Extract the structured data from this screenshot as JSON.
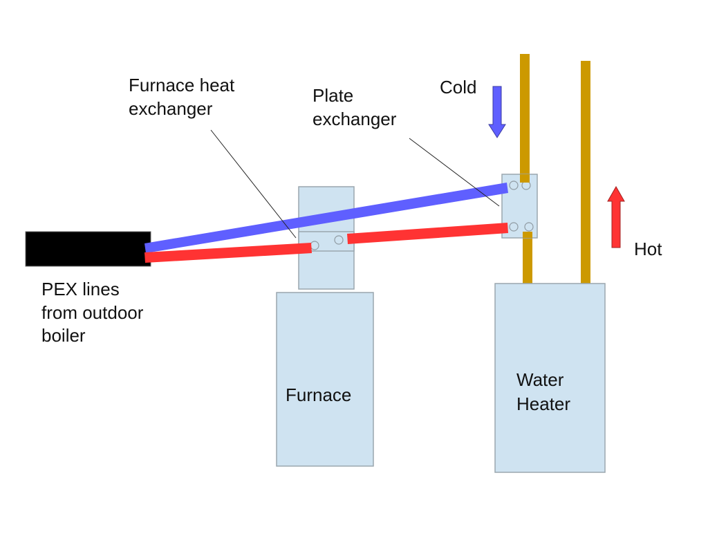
{
  "diagram": {
    "title": "Outdoor boiler PEX plumbing to furnace and water heater",
    "labels": {
      "pex_lines": [
        "PEX lines",
        "from outdoor",
        "boiler"
      ],
      "furnace_heat_exchanger": [
        "Furnace heat",
        "exchanger"
      ],
      "plate_exchanger": [
        "Plate",
        "exchanger"
      ],
      "cold": "Cold",
      "hot": "Hot",
      "furnace": "Furnace",
      "water_heater": [
        "Water",
        "Heater"
      ]
    },
    "colors": {
      "cold_line": "#5f5fff",
      "hot_line": "#ff3333",
      "copper_pipe": "#cc9900",
      "unit_fill": "#cfe3f1",
      "pex_bundle": "#000000"
    },
    "components": [
      {
        "id": "pex-bundle",
        "kind": "pipe bundle"
      },
      {
        "id": "furnace-heat-exchanger",
        "kind": "heat exchanger"
      },
      {
        "id": "furnace",
        "kind": "appliance"
      },
      {
        "id": "plate-exchanger",
        "kind": "heat exchanger"
      },
      {
        "id": "water-heater",
        "kind": "appliance"
      }
    ],
    "flows": [
      {
        "name": "cold",
        "direction": "down"
      },
      {
        "name": "hot",
        "direction": "up"
      }
    ]
  }
}
